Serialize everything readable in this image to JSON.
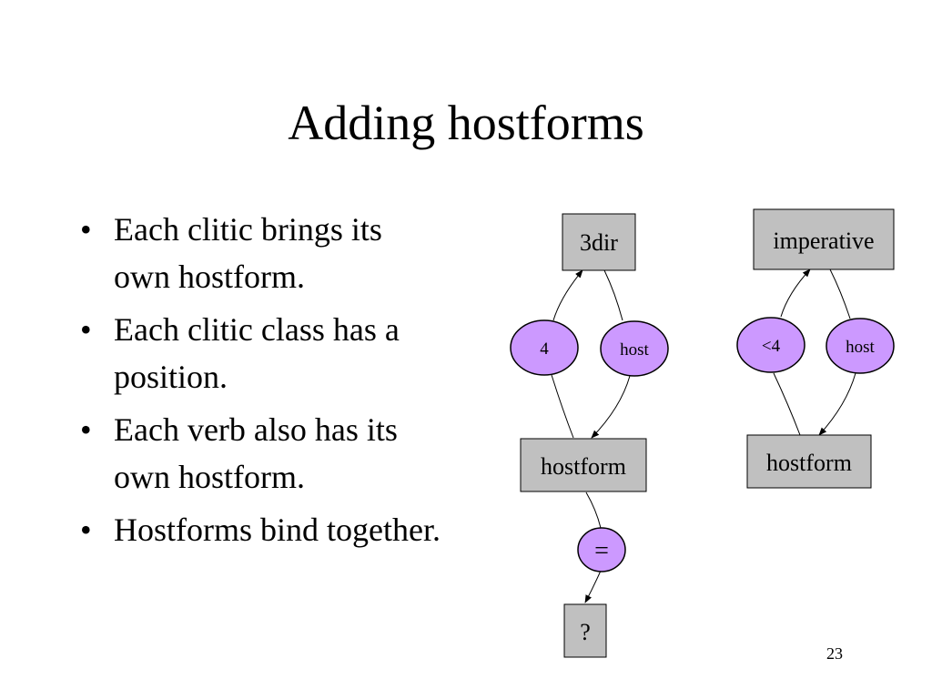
{
  "title": "Adding hostforms",
  "bullets": [
    "Each clitic brings its own hostform.",
    "Each clitic class has a position.",
    "Each verb also has its own hostform.",
    "Hostforms bind together."
  ],
  "page_number": "23",
  "diagram_left": {
    "top_node": "3dir",
    "position_node": "4",
    "host_node": "host",
    "hostform_node": "hostform",
    "bind_node": "=",
    "result_node": "?"
  },
  "diagram_right": {
    "top_node": "imperative",
    "position_node": "<4",
    "host_node": "host",
    "hostform_node": "hostform"
  },
  "colors": {
    "box_fill": "#c0c0c0",
    "ellipse_fill": "#cc99ff"
  }
}
